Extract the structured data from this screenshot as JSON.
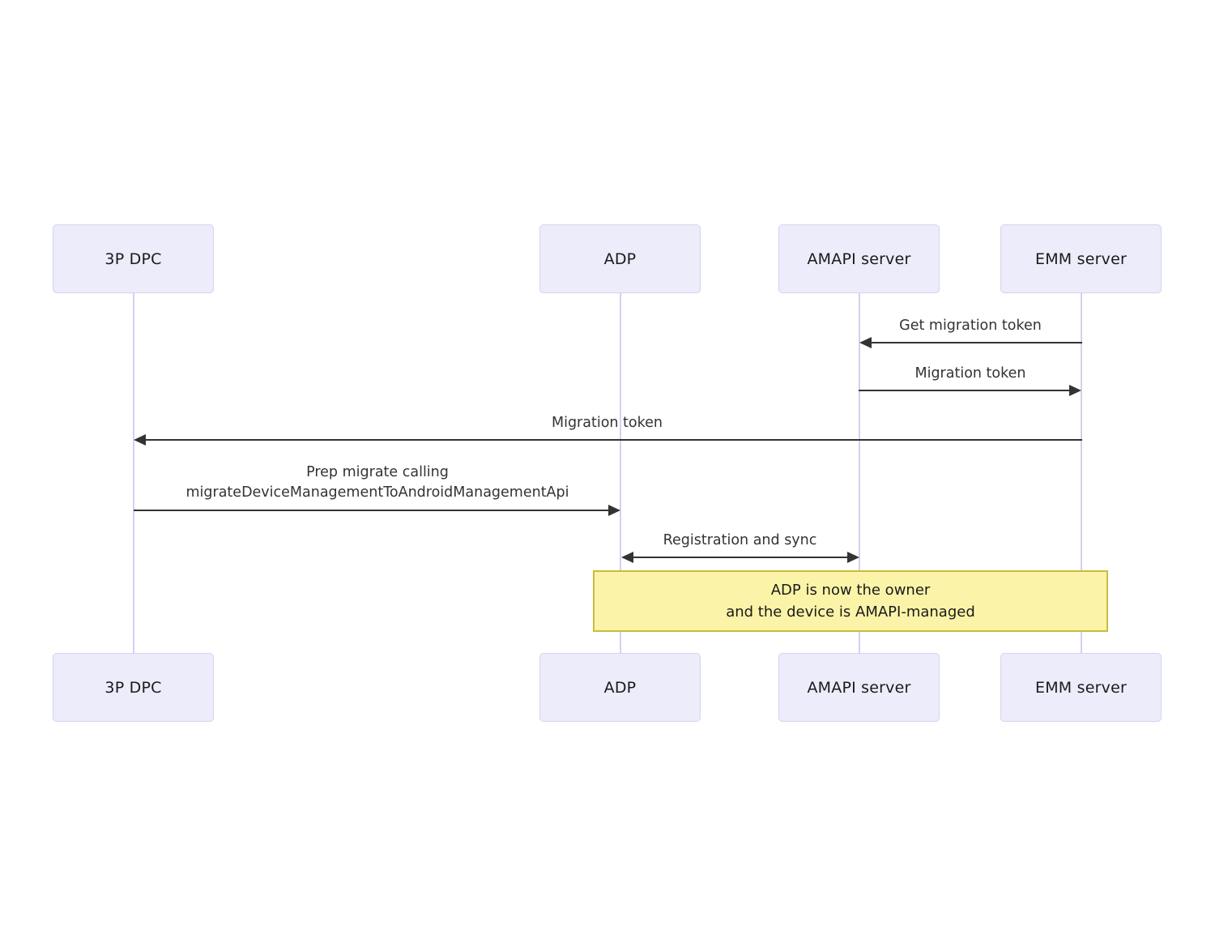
{
  "diagram": {
    "type": "sequence-diagram",
    "background_color": "#ffffff",
    "participant_fill": "#ececfb",
    "participant_border": "#d7d1f1",
    "lifeline_color": "#d6cff2",
    "message_color": "#333333",
    "note_fill": "#fbf4a8",
    "note_border": "#c9bc3f"
  },
  "participants": [
    {
      "id": "dpc",
      "label": "3P DPC"
    },
    {
      "id": "adp",
      "label": "ADP"
    },
    {
      "id": "amapi",
      "label": "AMAPI server"
    },
    {
      "id": "emm",
      "label": "EMM server"
    }
  ],
  "participants_bottom": [
    {
      "id": "dpc",
      "label": "3P DPC"
    },
    {
      "id": "adp",
      "label": "ADP"
    },
    {
      "id": "amapi",
      "label": "AMAPI server"
    },
    {
      "id": "emm",
      "label": "EMM server"
    }
  ],
  "messages": [
    {
      "id": "m1",
      "label": "Get migration token",
      "from": "emm",
      "to": "amapi",
      "direction": "left"
    },
    {
      "id": "m2",
      "label": "Migration token",
      "from": "amapi",
      "to": "emm",
      "direction": "right"
    },
    {
      "id": "m3",
      "label": "Migration token",
      "from": "emm",
      "to": "dpc",
      "direction": "left"
    },
    {
      "id": "m4",
      "label": "Prep migrate calling\nmigrateDeviceManagementToAndroidManagementApi",
      "from": "dpc",
      "to": "adp",
      "direction": "right"
    },
    {
      "id": "m5",
      "label": "Registration and sync",
      "from": "adp",
      "to": "amapi",
      "direction": "both"
    }
  ],
  "note": {
    "line1": "ADP is now the owner",
    "line2": "and the device is AMAPI-managed"
  }
}
